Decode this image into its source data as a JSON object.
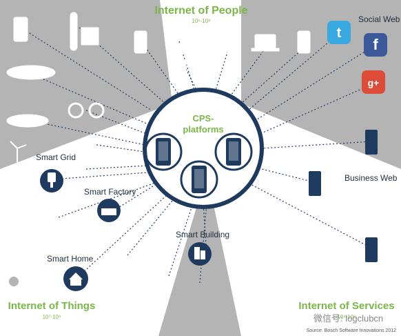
{
  "center": {
    "line1": "CPS-",
    "line2": "platforms"
  },
  "titles": {
    "people": "Internet of People",
    "people_range": "10⁶-10⁸",
    "things": "Internet of Things",
    "things_range": "10⁷-10⁹",
    "services": "Internet of Services",
    "services_range": "10⁴-10⁶"
  },
  "labels": {
    "social_web": "Social Web",
    "business_web": "Business Web",
    "smart_grid": "Smart Grid",
    "smart_factory": "Smart Factory",
    "smart_home": "Smart Home",
    "smart_building": "Smart Building"
  },
  "social_icons": [
    "twitter-icon",
    "facebook-icon",
    "google-plus-icon"
  ],
  "social_glyphs": {
    "twitter": "t",
    "facebook": "f",
    "google_plus": "g+"
  },
  "source": "Source: Bosch Software Innovations 2012",
  "watermark": "微信号: logclubcn",
  "colors": {
    "navy": "#1f3a5f",
    "green": "#7ab648",
    "grey_beam": "#b4b4b4",
    "icon_fill": "#ffffff"
  }
}
